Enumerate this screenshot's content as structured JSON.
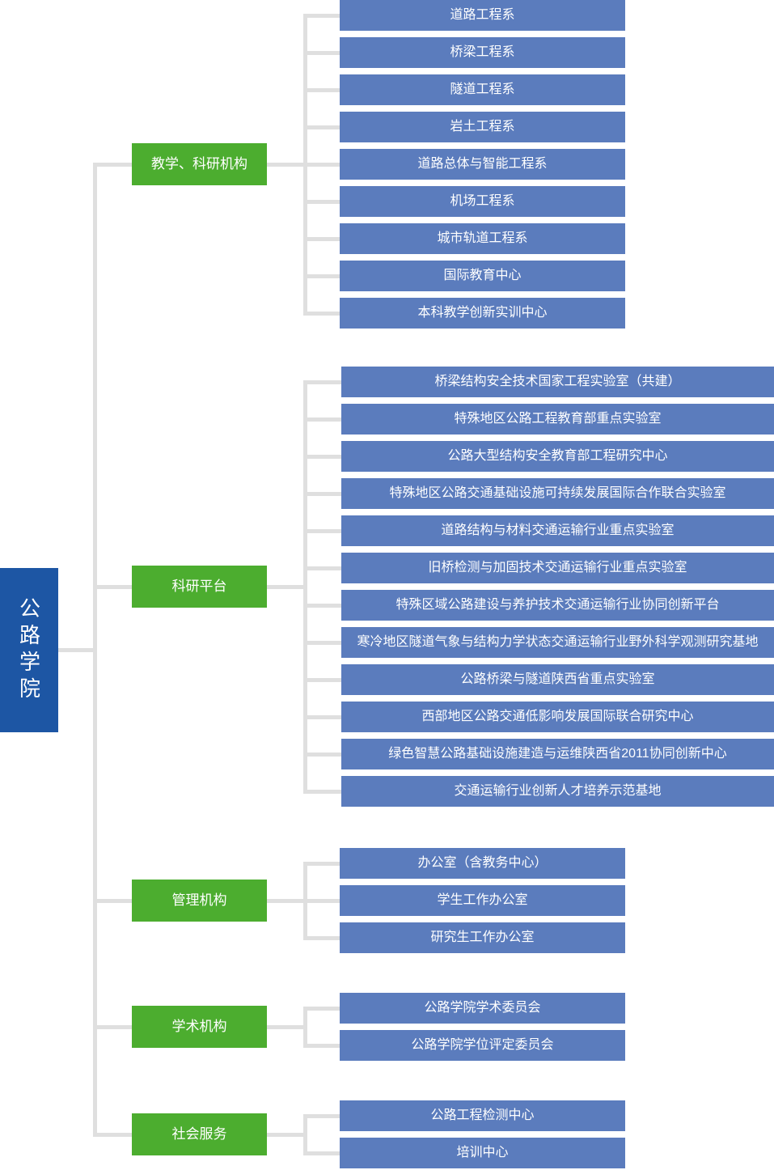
{
  "root": {
    "label": "公路学院"
  },
  "colors": {
    "root_blue": "#1d56a4",
    "category_green": "#4cad2f",
    "leaf_blue": "#5b7cbd",
    "connector_gray": "#dfdfdf",
    "text": "#ffffff"
  },
  "groups": [
    {
      "label": "教学、科研机构",
      "children": [
        "道路工程系",
        "桥梁工程系",
        "隧道工程系",
        "岩土工程系",
        "道路总体与智能工程系",
        "机场工程系",
        "城市轨道工程系",
        "国际教育中心",
        "本科教学创新实训中心"
      ]
    },
    {
      "label": "科研平台",
      "children": [
        "桥梁结构安全技术国家工程实验室（共建）",
        "特殊地区公路工程教育部重点实验室",
        "公路大型结构安全教育部工程研究中心",
        "特殊地区公路交通基础设施可持续发展国际合作联合实验室",
        "道路结构与材料交通运输行业重点实验室",
        "旧桥检测与加固技术交通运输行业重点实验室",
        "特殊区域公路建设与养护技术交通运输行业协同创新平台",
        "寒冷地区隧道气象与结构力学状态交通运输行业野外科学观测研究基地",
        "公路桥梁与隧道陕西省重点实验室",
        "西部地区公路交通低影响发展国际联合研究中心",
        "绿色智慧公路基础设施建造与运维陕西省2011协同创新中心",
        "交通运输行业创新人才培养示范基地"
      ]
    },
    {
      "label": "管理机构",
      "children": [
        "办公室（含教务中心）",
        "学生工作办公室",
        "研究生工作办公室"
      ]
    },
    {
      "label": "学术机构",
      "children": [
        "公路学院学术委员会",
        "公路学院学位评定委员会"
      ]
    },
    {
      "label": "社会服务",
      "children": [
        "公路工程检测中心",
        "培训中心"
      ]
    }
  ]
}
